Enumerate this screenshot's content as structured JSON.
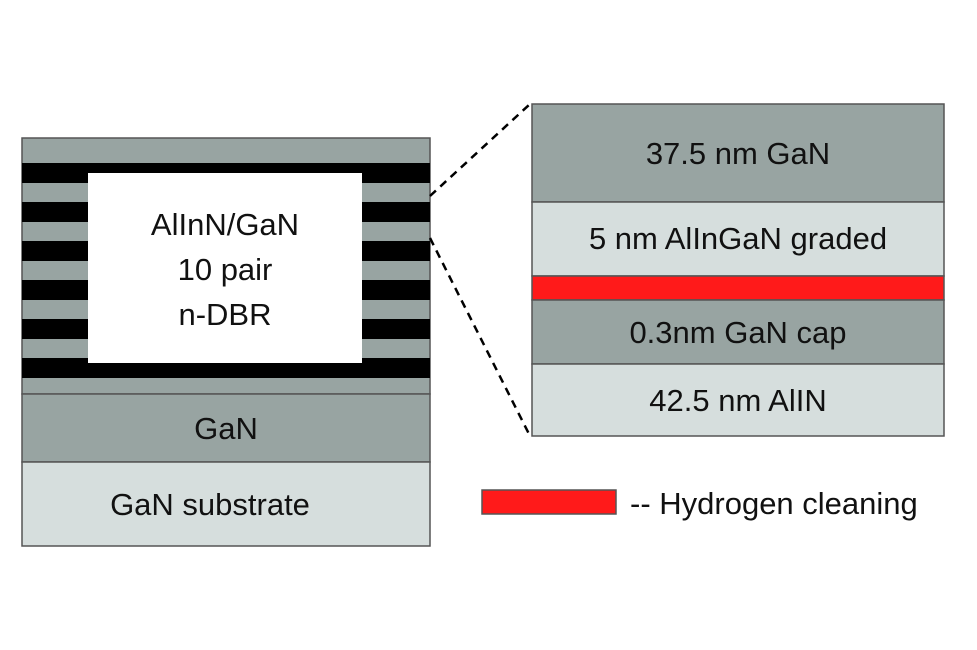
{
  "left_stack": {
    "dbr_label_lines": [
      "AlInN/GaN",
      "10 pair",
      "n-DBR"
    ],
    "gan_layer": "GaN",
    "substrate_layer": "GaN substrate"
  },
  "right_stack": {
    "layers": [
      "37.5 nm GaN",
      "5 nm AlInGaN graded",
      "",
      "0.3nm GaN cap",
      "42.5 nm AlIN"
    ]
  },
  "legend": {
    "label": "-- Hydrogen cleaning"
  },
  "colors": {
    "dark_gray": "#98a4a2",
    "light_gray": "#d6dedd",
    "black": "#000000",
    "red": "#ff1a1a"
  }
}
